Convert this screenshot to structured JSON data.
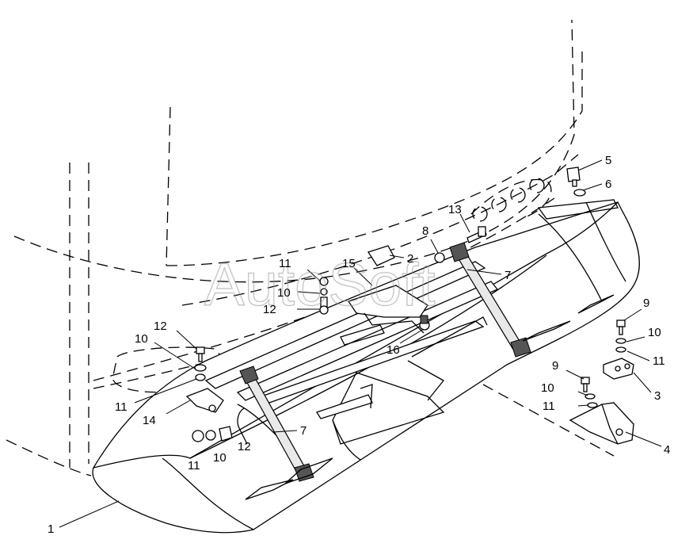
{
  "watermark": "AutoSoft",
  "callouts": {
    "c1": "1",
    "c2": "2",
    "c3": "3",
    "c4": "4",
    "c5": "5",
    "c6": "6",
    "c7a": "7",
    "c7b": "7",
    "c8": "8",
    "c9a": "9",
    "c9b": "9",
    "c10a": "10",
    "c10b": "10",
    "c10c": "10",
    "c10d": "10",
    "c10e": "10",
    "c11a": "11",
    "c11b": "11",
    "c11c": "11",
    "c11d": "11",
    "c11e": "11",
    "c12a": "12",
    "c12b": "12",
    "c12c": "12",
    "c13": "13",
    "c14": "14",
    "c15": "15",
    "c16": "16"
  }
}
